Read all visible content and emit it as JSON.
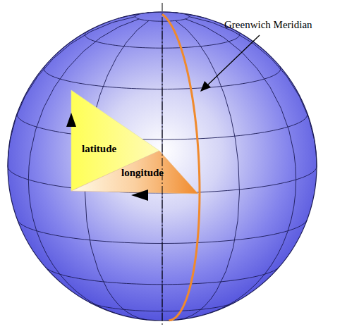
{
  "diagram": {
    "labels": [
      "Greenwich Meridian",
      "latitude",
      "longitude"
    ]
  }
}
